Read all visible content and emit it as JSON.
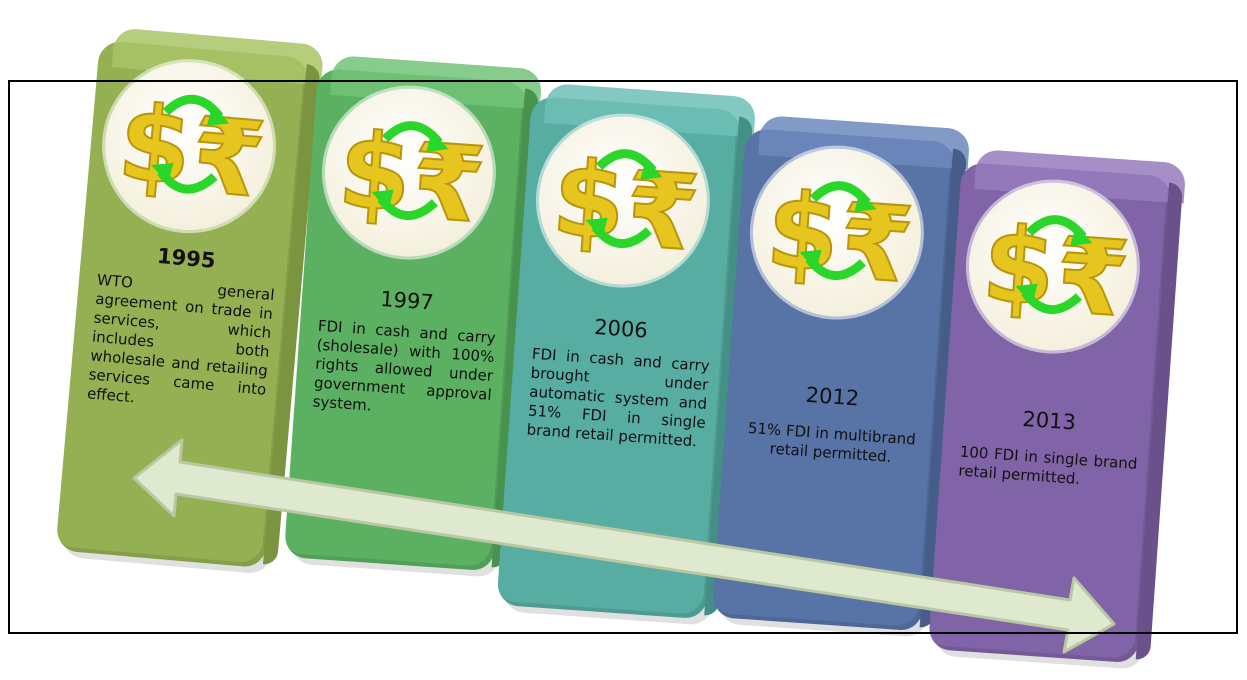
{
  "timeline": [
    {
      "year": "1995",
      "description": "WTO general agreement on trade in services, which includes both wholesale and retailing services came into effect.",
      "color": "#94b052",
      "top_color": "#a9c466",
      "side_color": "#7a9440",
      "icon": "dollar-rupee-exchange-icon"
    },
    {
      "year": "1997",
      "description": "FDI in cash and carry (sholesale) with 100% rights allowed under government approval system.",
      "color": "#5bb062",
      "top_color": "#72c378",
      "side_color": "#47924d",
      "icon": "dollar-rupee-exchange-icon"
    },
    {
      "year": "2006",
      "description": "FDI in cash and carry brought under automatic system and 51% FDI in single brand retail permitted.",
      "color": "#58ada3",
      "top_color": "#6fc0b6",
      "side_color": "#448f86",
      "icon": "dollar-rupee-exchange-icon"
    },
    {
      "year": "2012",
      "description": "51% FDI in multibrand retail permitted.",
      "color": "#5873a6",
      "top_color": "#6c88bc",
      "side_color": "#465d8a",
      "icon": "dollar-rupee-exchange-icon"
    },
    {
      "year": "2013",
      "description": "100 FDI in single brand retail permitted.",
      "color": "#8164a8",
      "top_color": "#977bbd",
      "side_color": "#6a518c",
      "icon": "dollar-rupee-exchange-icon"
    }
  ],
  "arrow": {
    "icon": "double-headed-arrow-icon",
    "fill": "#dfe9cf"
  }
}
